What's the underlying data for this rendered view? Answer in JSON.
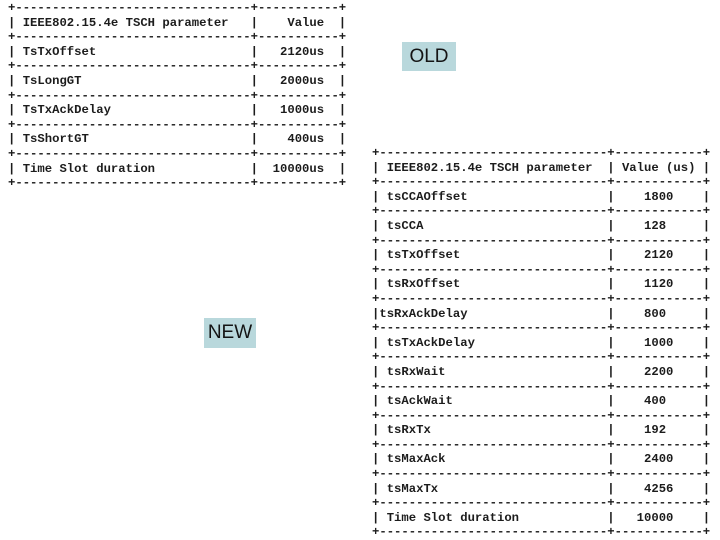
{
  "colors": {
    "background": "#ffffff",
    "table_text": "#1c1c1c",
    "label_background": "#b9d8dc",
    "label_text": "#141414"
  },
  "old_table": {
    "label": "OLD",
    "col1_width": 32,
    "col2_width": 11,
    "value_align": "right",
    "value_suffix_note": "values shown with us unit suffix",
    "header": {
      "parameter": "IEEE802.15.4e TSCH parameter",
      "value": "Value"
    },
    "rows": [
      {
        "parameter": "TsTxOffset",
        "value": "2120us"
      },
      {
        "parameter": "TsLongGT",
        "value": "2000us"
      },
      {
        "parameter": "TsTxAckDelay",
        "value": "1000us"
      },
      {
        "parameter": "TsShortGT",
        "value": "400us"
      },
      {
        "parameter": "Time Slot duration",
        "value": "10000us"
      }
    ]
  },
  "new_table": {
    "label": "NEW",
    "col1_width": 31,
    "col2_width": 12,
    "value_align": "center",
    "header": {
      "parameter": "IEEE802.15.4e TSCH parameter",
      "value": "Value (us)"
    },
    "rows": [
      {
        "parameter": "tsCCAOffset",
        "value": "1800"
      },
      {
        "parameter": "tsCCA",
        "value": "128"
      },
      {
        "parameter": "tsTxOffset",
        "value": "2120"
      },
      {
        "parameter": "tsRxOffset",
        "value": "1120"
      },
      {
        "parameter": "tsRxAckDelay",
        "value": "800",
        "tight": true
      },
      {
        "parameter": "tsTxAckDelay",
        "value": "1000"
      },
      {
        "parameter": "tsRxWait",
        "value": "2200"
      },
      {
        "parameter": "tsAckWait",
        "value": "400"
      },
      {
        "parameter": "tsRxTx",
        "value": "192"
      },
      {
        "parameter": "tsMaxAck",
        "value": "2400"
      },
      {
        "parameter": "tsMaxTx",
        "value": "4256"
      },
      {
        "parameter": "Time Slot duration",
        "value": "10000"
      }
    ]
  }
}
